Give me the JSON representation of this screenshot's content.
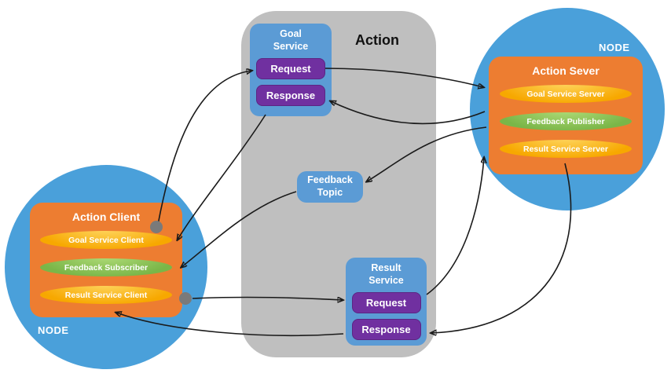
{
  "colors": {
    "panel_gray": "#bfbfbf",
    "node_blue": "#4aa0da",
    "service_blue": "#5b9bd5",
    "orange_box": "#ed7d31",
    "yellow_pill": "#f7a800",
    "green_pill": "#7ab648",
    "purple_button": "#7030a0",
    "connector_dot": "#7a7a7a",
    "arrow": "#1a1a1a"
  },
  "action_panel": {
    "title": "Action"
  },
  "left_node": {
    "label": "NODE",
    "title": "Action Client",
    "pills": [
      {
        "label": "Goal Service Client"
      },
      {
        "label": "Feedback Subscriber"
      },
      {
        "label": "Result Service Client"
      }
    ]
  },
  "right_node": {
    "label": "NODE",
    "title": "Action Sever",
    "pills": [
      {
        "label": "Goal Service Server"
      },
      {
        "label": "Feedback Publisher"
      },
      {
        "label": "Result Service Server"
      }
    ]
  },
  "goal_service": {
    "title": "Goal Service",
    "request": "Request",
    "response": "Response"
  },
  "feedback_topic": {
    "title": "Feedback Topic"
  },
  "result_service": {
    "title": "Result Service",
    "request": "Request",
    "response": "Response"
  }
}
